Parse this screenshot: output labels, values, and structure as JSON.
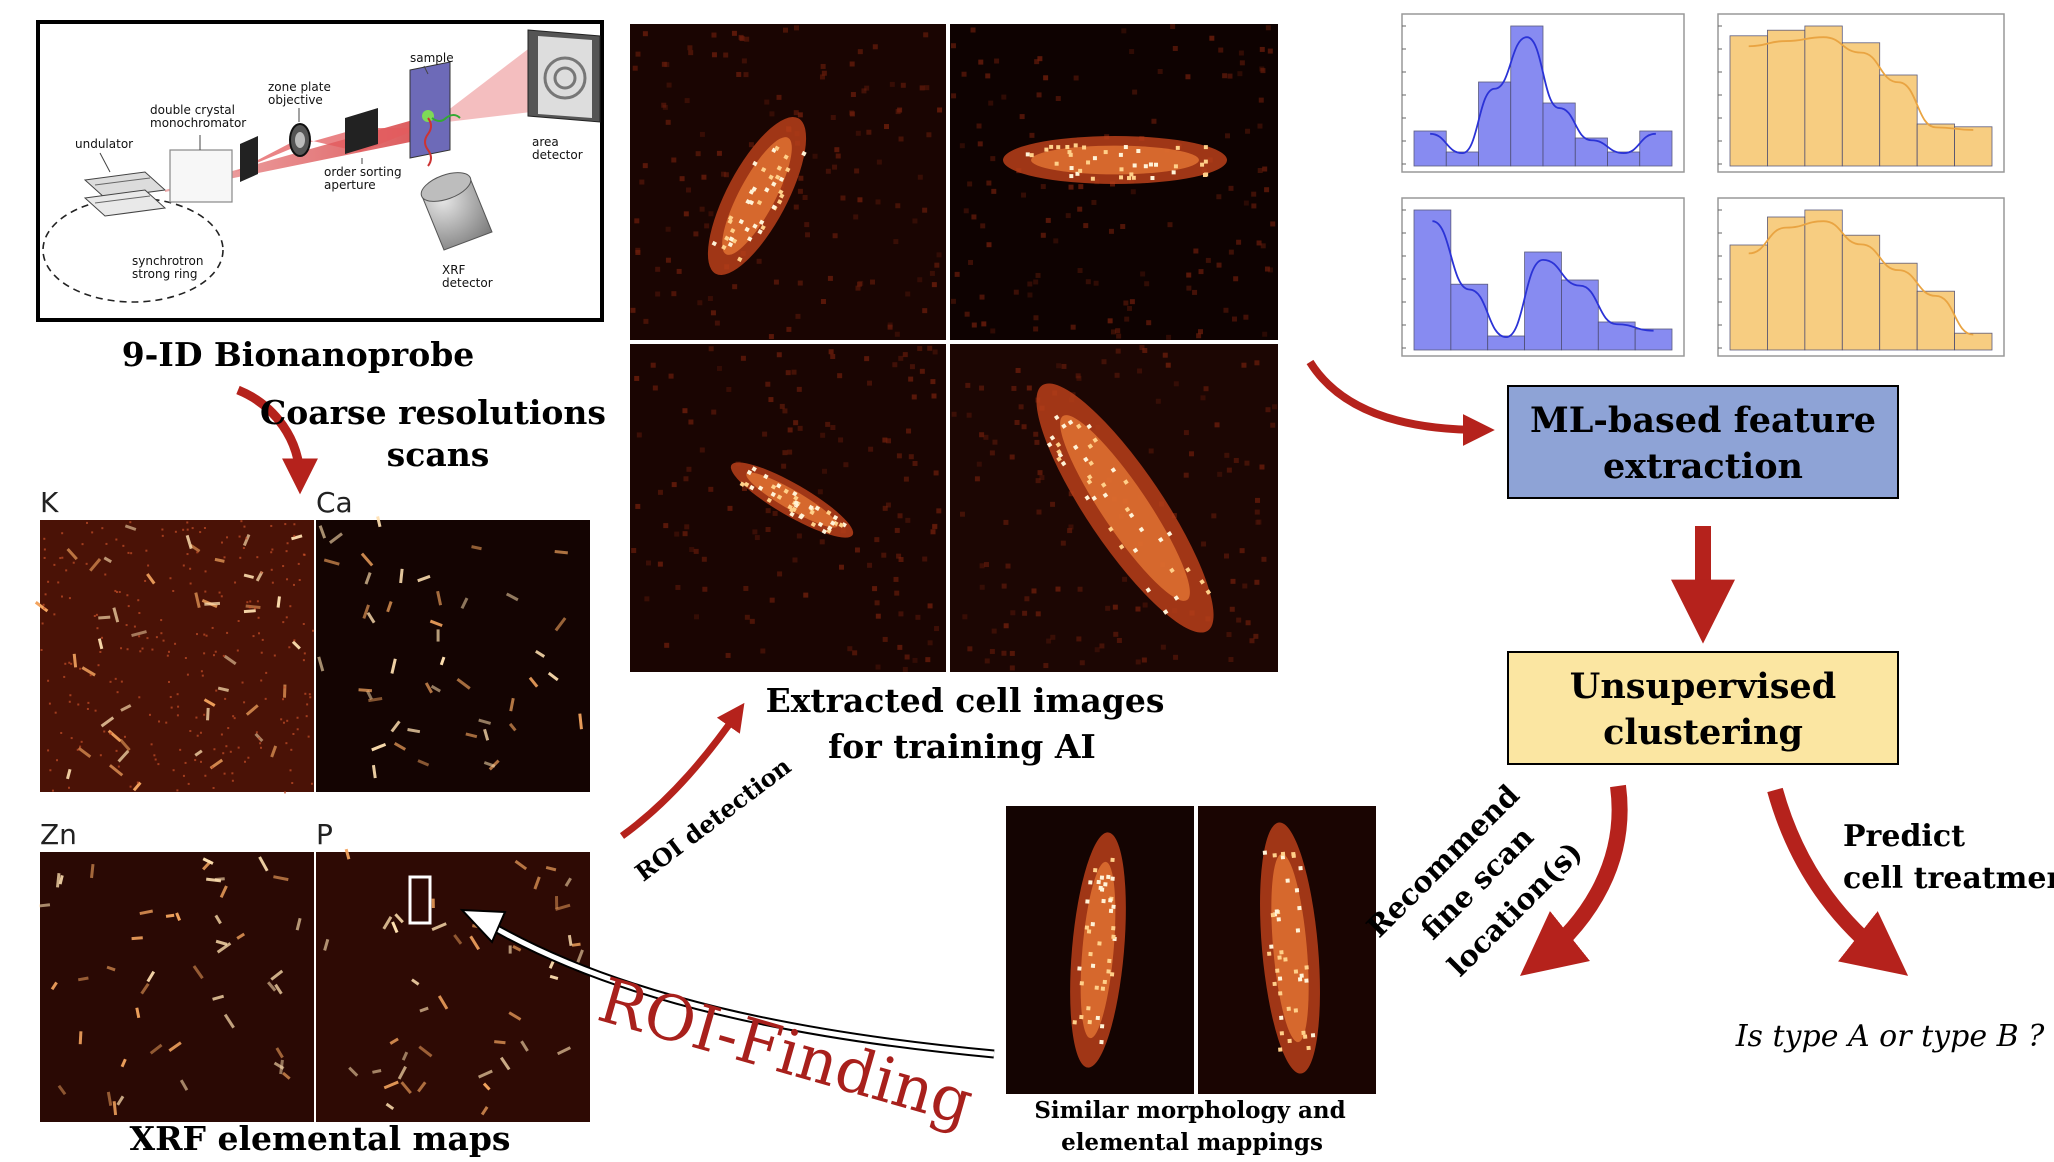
{
  "beamline": {
    "title": "9-ID Bionanoprobe",
    "labels": {
      "undulator": "undulator",
      "monochromator_1": "double crystal",
      "monochromator_2": "monochromator",
      "zone_plate_1": "zone plate",
      "zone_plate_2": "objective",
      "order_sorting_1": "order sorting",
      "order_sorting_2": "aperture",
      "sample": "sample",
      "area_detector_1": "area",
      "area_detector_2": "detector",
      "xrf_detector_1": "XRF",
      "xrf_detector_2": "detector",
      "ring_1": "synchrotron",
      "ring_2": "strong ring"
    }
  },
  "coarse_scan": {
    "line1": "Coarse resolutions",
    "line2": "scans"
  },
  "xrf_maps": {
    "caption": "XRF elemental maps",
    "elements": [
      "K",
      "Ca",
      "Zn",
      "P"
    ]
  },
  "extracted": {
    "line1": "Extracted cell images",
    "line2": "for training AI"
  },
  "roi_detection": "ROI detection",
  "roi_finding": "ROI-Finding",
  "similar": {
    "line1": "Similar morphology and",
    "line2": "elemental mappings"
  },
  "ml_box": {
    "line1": "ML-based feature",
    "line2": "extraction",
    "fill": "#8ea3d6"
  },
  "cluster_box": {
    "line1": "Unsupervised",
    "line2": "clustering",
    "fill": "#fbe6a2"
  },
  "recommend": {
    "line1": "Recommend",
    "line2": "fine scan",
    "line3": "location(s)"
  },
  "predict": {
    "line1": "Predict",
    "line2": "cell treatment"
  },
  "question": "Is type A or type B ?",
  "colors": {
    "arrow": "#b5221c",
    "hist_blue": "#7b7ff0",
    "hist_orange": "#f7c874",
    "heat_bg": "#1a0502"
  },
  "histograms": [
    {
      "color": "blue",
      "values": [
        0.25,
        0.1,
        0.6,
        1.0,
        0.45,
        0.2,
        0.1,
        0.25
      ]
    },
    {
      "color": "orange",
      "values": [
        0.93,
        0.97,
        1.0,
        0.88,
        0.65,
        0.3,
        0.28
      ]
    },
    {
      "color": "blue",
      "values": [
        1.0,
        0.47,
        0.1,
        0.7,
        0.5,
        0.2,
        0.15
      ]
    },
    {
      "color": "orange",
      "values": [
        0.75,
        0.95,
        1.0,
        0.82,
        0.62,
        0.42,
        0.12
      ]
    }
  ]
}
